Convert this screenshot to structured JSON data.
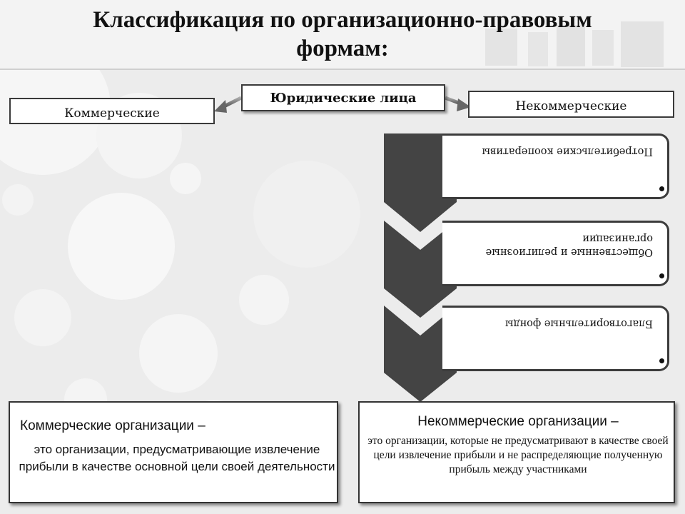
{
  "title": {
    "line1": "Классификация по организационно-правовым",
    "line2": "формам:"
  },
  "root": {
    "label": "Юридические лица"
  },
  "branches": {
    "left": "Коммерческие",
    "right": "Некоммерческие"
  },
  "noncommercial_items": [
    {
      "text": "Потребительские кооперативы"
    },
    {
      "text": "Общественные и религиозные организации"
    },
    {
      "text": "Благотворительные фонды"
    }
  ],
  "definitions": {
    "commercial": {
      "term": "Коммерческие организации –",
      "text": "это организации, предусматривающие извлечение прибыли в качестве основной цели своей деятельности"
    },
    "noncommercial": {
      "term": "Некоммерческие организации –",
      "text": "это организации, которые не предусматривают в качестве своей цели извлечение прибыли и не распределяющие полученную прибыль между участниками"
    }
  },
  "colors": {
    "background": "#ececec",
    "chevron": "#444444",
    "border": "#333333"
  }
}
